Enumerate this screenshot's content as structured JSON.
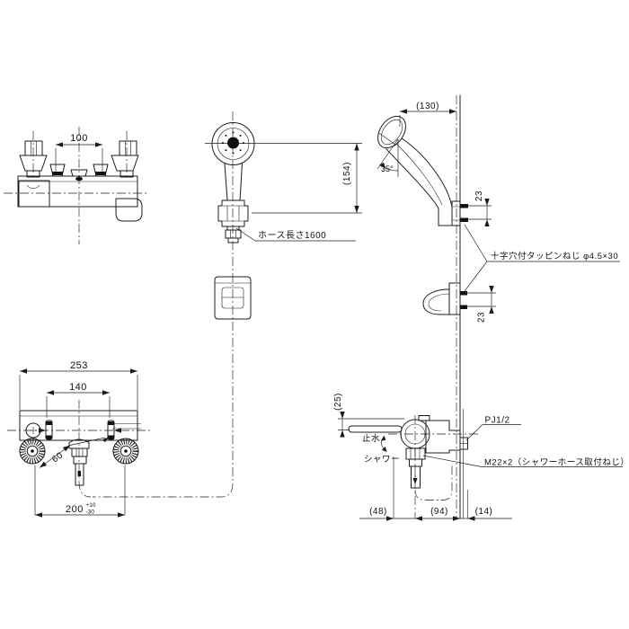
{
  "labels": {
    "top_view": {
      "mount_pitch": "100"
    },
    "shower_front": {
      "hose_length": "ホース長さ1600",
      "head_height": "(154)"
    },
    "shower_side": {
      "head_offset": "(130)",
      "spray_angle": "35°",
      "screw_note": "十字穴付タッピンねじ φ4.5×30",
      "screw_pitch_upper": "23",
      "screw_pitch_lower": "23"
    },
    "front_view": {
      "overall_width": "253",
      "valve_pitch": "140",
      "handle_offset": "60",
      "supply_pitch": "200",
      "supply_tol_plus": "+10",
      "supply_tol_minus": "-30"
    },
    "side_view": {
      "lever_offset": "(25)",
      "stop_position": "止水",
      "shower_position": "シャワー",
      "wall_thread": "PJ1/2",
      "hose_thread": "M22×2（シャワーホース取付ねじ）",
      "body_depth": "(48)",
      "wall_distance": "(94)",
      "wall_offset": "(14)"
    }
  }
}
